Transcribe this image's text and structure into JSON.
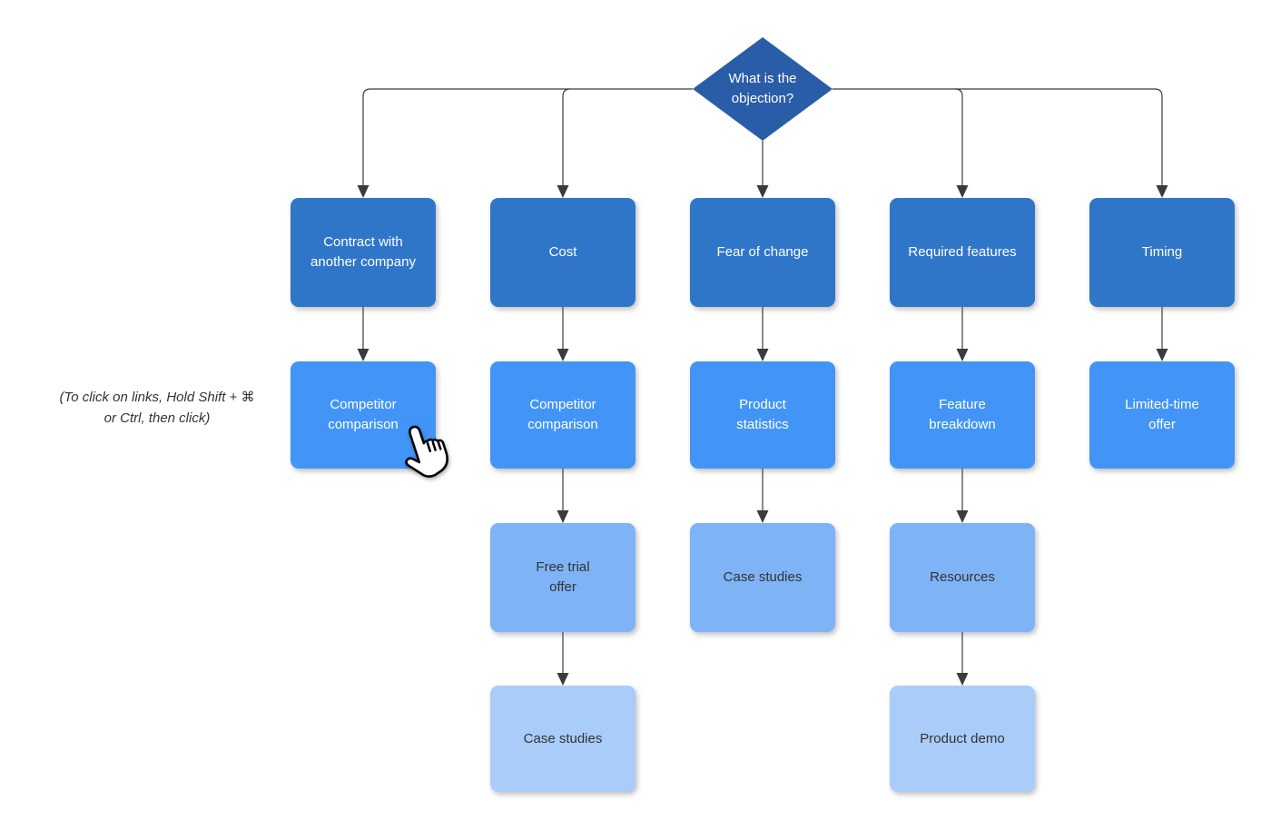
{
  "palette": {
    "decision": "#2A5DA8",
    "level1": "#2F76C8",
    "level2": "#4295F7",
    "level3": "#7EB3F6",
    "level4": "#AACCF8",
    "connector": "#3b3b3b",
    "light_text": "#ffffff",
    "dark_text": "#333333"
  },
  "decision": {
    "label": "What is the\nobjection?"
  },
  "note": {
    "text": "(To click on links, Hold Shift + ⌘\nor Ctrl, then click)"
  },
  "columns": [
    {
      "id": "contract",
      "nodes": [
        "Contract with\nanother company",
        "Competitor\ncomparison"
      ]
    },
    {
      "id": "cost",
      "nodes": [
        "Cost",
        "Competitor\ncomparison",
        "Free trial\noffer",
        "Case studies"
      ]
    },
    {
      "id": "fear-of-change",
      "nodes": [
        "Fear of change",
        "Product\nstatistics",
        "Case studies"
      ]
    },
    {
      "id": "required-features",
      "nodes": [
        "Required features",
        "Feature\nbreakdown",
        "Resources",
        "Product demo"
      ]
    },
    {
      "id": "timing",
      "nodes": [
        "Timing",
        "Limited-time\noffer"
      ]
    }
  ],
  "cursor": {
    "name": "hand-pointer-cursor"
  }
}
